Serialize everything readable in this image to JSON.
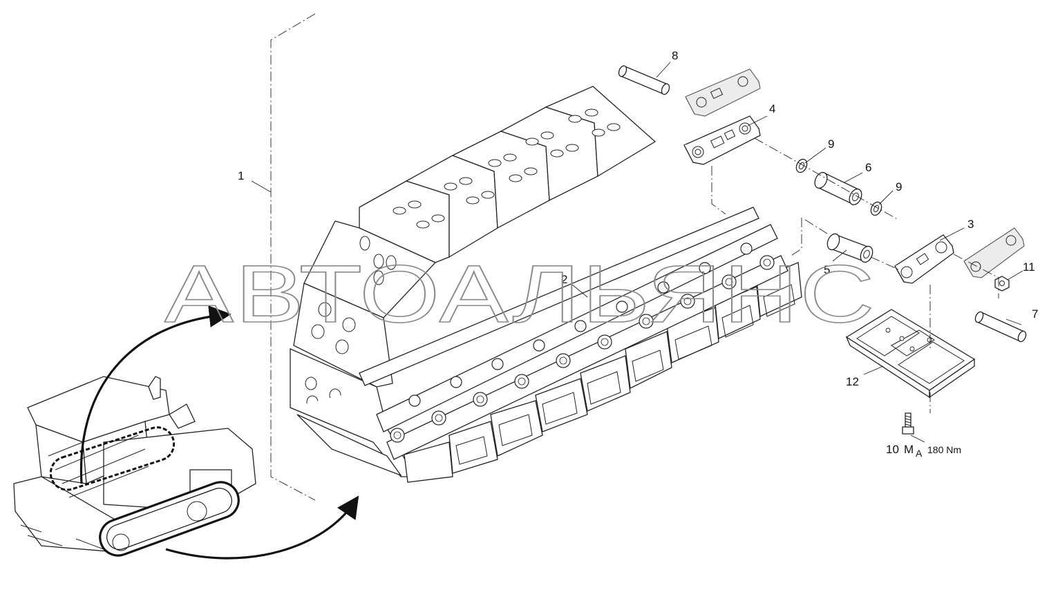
{
  "watermark": "АВТОАЛЬЯНС",
  "labels": {
    "p1": "1",
    "p2": "2",
    "p3": "3",
    "p4": "4",
    "p5": "5",
    "p6": "6",
    "p7": "7",
    "p8": "8",
    "p9a": "9",
    "p9b": "9",
    "p10": "10",
    "p11": "11",
    "p12": "12"
  },
  "torque": {
    "symbol": "M",
    "subscript": "A",
    "value": "180 Nm"
  },
  "icons": [
    "paver-machine-icon",
    "track-chain-icon",
    "link-plate-icon",
    "pin-icon",
    "bushing-icon",
    "washer-icon",
    "nut-icon",
    "bolt-icon",
    "track-shoe-icon"
  ]
}
